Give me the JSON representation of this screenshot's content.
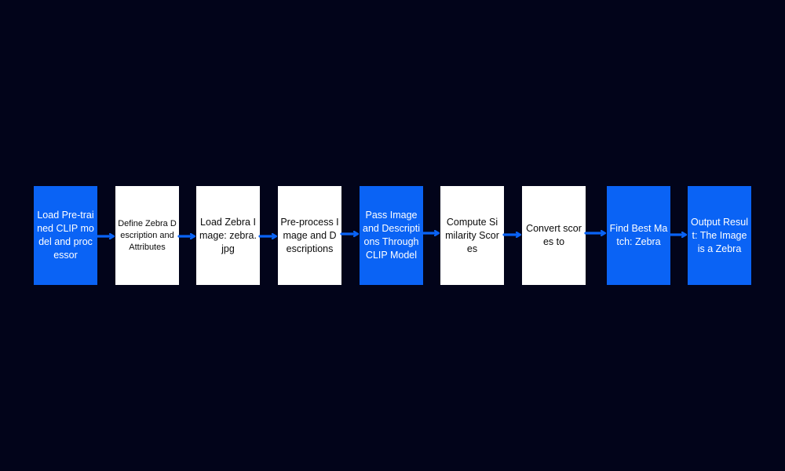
{
  "colors": {
    "background": "#02041a",
    "blue": "#0a63f5",
    "white": "#ffffff",
    "arrow": "#0a63f5"
  },
  "nodes": [
    {
      "label": "Load Pre-trained CLIP model and processor",
      "style": "blue"
    },
    {
      "label": "Define Zebra Description and Attributes",
      "style": "white"
    },
    {
      "label": "Load Zebra Image: zebra.jpg",
      "style": "white"
    },
    {
      "label": "Pre-process Image and Descriptions",
      "style": "white"
    },
    {
      "label": "Pass Image and Descriptions Through CLIP Model",
      "style": "blue"
    },
    {
      "label": "Compute Similarity Scores",
      "style": "white"
    },
    {
      "label": "Convert scores to",
      "style": "white"
    },
    {
      "label": "Find Best Match: Zebra",
      "style": "blue"
    },
    {
      "label": "Output Result: The Image is a Zebra",
      "style": "blue"
    }
  ]
}
